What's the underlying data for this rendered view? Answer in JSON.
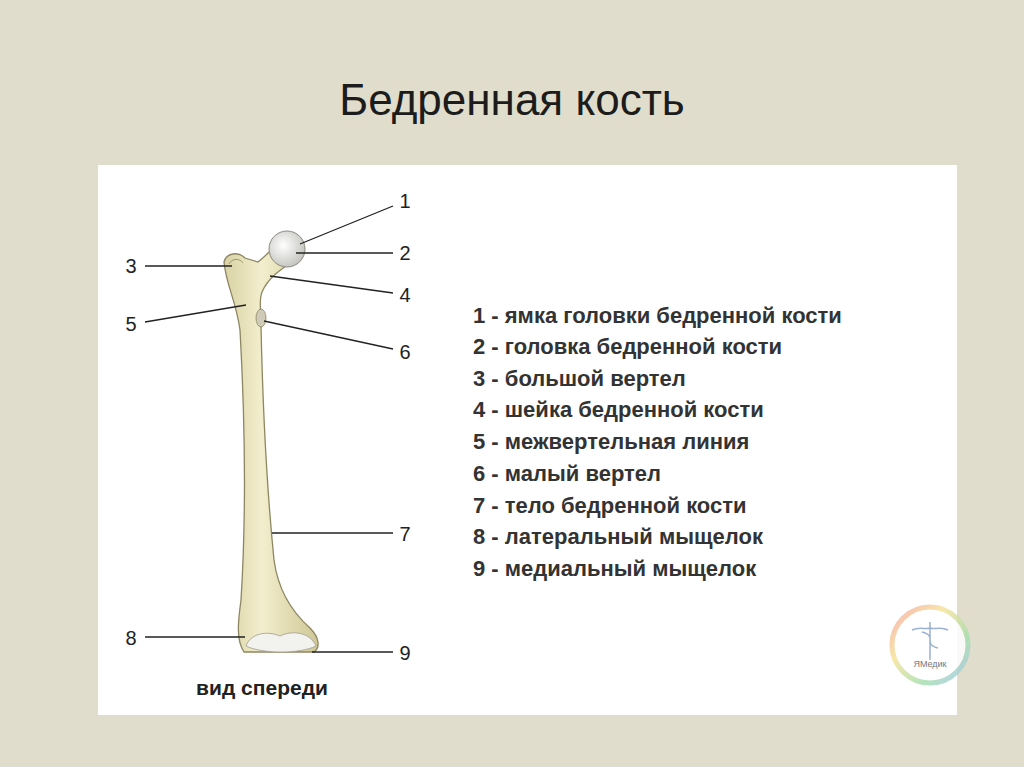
{
  "diagram": {
    "title": "Бедренная кость",
    "labels": [
      "1",
      "2",
      "3",
      "4",
      "5",
      "6",
      "7",
      "8",
      "9",
      "1 - ямка головки бедренной кости",
      "2 - головка бедренной кости",
      "3 - большой вертел",
      "4 - шейка бедренной кости",
      "5 - межвертельная линия",
      "6 - малый вертел",
      "7 - тело бедренной кости",
      "8 - латеральный мыщелок",
      "9 - медиальный мыщелок",
      "вид спереди",
      "ЯМедик"
    ]
  }
}
